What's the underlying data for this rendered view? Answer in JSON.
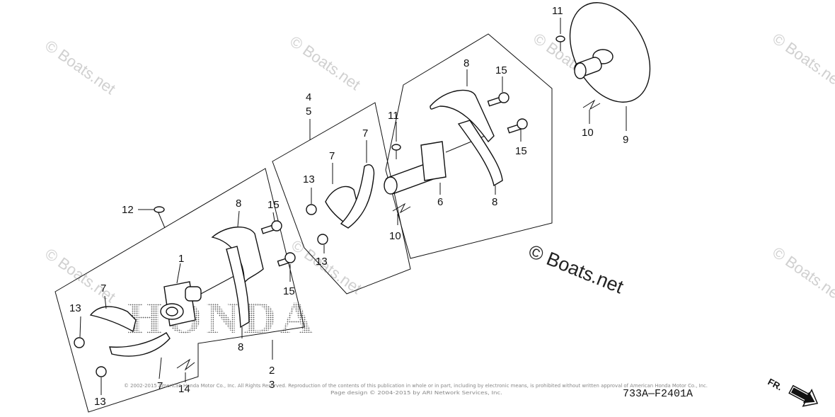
{
  "watermarks": [
    "© Boats.net",
    "© Boats.net",
    "© Boats.net",
    "© Boats.net",
    "© Boats.net",
    "© Boats.net",
    "© Boats.net"
  ],
  "brand_mark": "HONDA",
  "center_watermark": "© Boats.net",
  "diagram_code": "733A—F2401A",
  "direction_label": "FR.",
  "copyright_line_1": "© 2002-2015 American Honda Motor Co., Inc. All Rights Reserved. Reproduction of the contents of this publication in whole or in part, including by electronic means, is prohibited without written approval of American Honda Motor Co., Inc.",
  "copyright_line_2": "Page design © 2004-2015 by ARI Network Services, Inc.",
  "callouts": {
    "c1": "1",
    "c2": "2",
    "c3": "3",
    "c4": "4",
    "c5": "5",
    "c6": "6",
    "c7a": "7",
    "c7b": "7",
    "c7c": "7",
    "c7d": "7",
    "c8a": "8",
    "c8b": "8",
    "c8c": "8",
    "c8d": "8",
    "c9": "9",
    "c10a": "10",
    "c10b": "10",
    "c11a": "11",
    "c11b": "11",
    "c12": "12",
    "c13a": "13",
    "c13b": "13",
    "c13c": "13",
    "c13d": "13",
    "c14": "14",
    "c15a": "15",
    "c15b": "15",
    "c15c": "15",
    "c15d": "15"
  }
}
